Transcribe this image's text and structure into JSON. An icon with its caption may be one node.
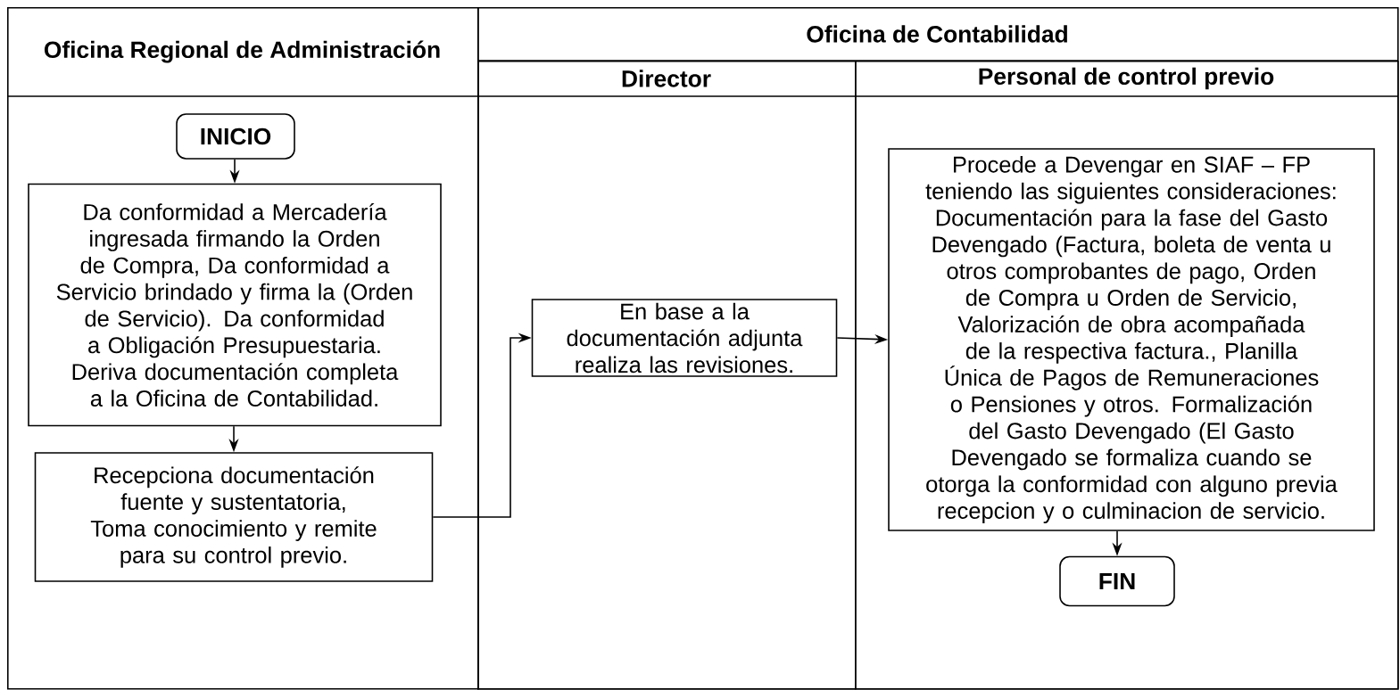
{
  "diagram": {
    "nodes": [
      {
        "text": [
          "Oficina Regional de Administración"
        ]
      },
      {
        "text": [
          "Oficina de Contabilidad"
        ]
      },
      {
        "text": [
          "Director"
        ],
        "in": 1
      },
      {
        "text": [
          "Personal de control previo"
        ],
        "in": 1
      },
      {
        "text": [
          "INICIO"
        ],
        "in": 0
      },
      {
        "text": [
          "Da conformidad a Mercadería ingresada firmando la Orden de Compra, Da conformidad a Servicio brindado y firma la (Orden de Servicio). Da conformidad a Obligación Presupuestaria. Deriva documentación completa a la Oficina de Contabilidad."
        ],
        "in": 0
      },
      {
        "text": [
          "Recepciona documentación fuente y sustentatoria, Toma conocimiento y remite para su control previo."
        ],
        "in": 0
      },
      {
        "text": [
          "En base a la documentación adjunta realiza las revisiones."
        ],
        "in": 2
      },
      {
        "text": [
          "Procede a Devengar en SIAF – FP teniendo las siguientes consideraciones: Documentación para la fase del Gasto Devengado (Factura, boleta de venta u otros comprobantes de pago, Orden de Compra u Orden de Servicio, Valorización de obra acompañada de la respectiva factura., Planilla Única de Pagos de Remuneraciones o Pensiones y otros. Formalización del Gasto Devengado (El Gasto Devengado se formaliza cuando se otorga la conformidad con alguno previa recepcion y o culminacion de servicio."
        ],
        "in": 3
      },
      {
        "text": [
          "FIN"
        ],
        "in": 3
      }
    ],
    "edges": [
      {
        "from": 4,
        "to": 5,
        "arrow": "to"
      },
      {
        "from": 5,
        "to": 6,
        "arrow": "to"
      },
      {
        "from": 6,
        "to": 7,
        "arrow": "to"
      },
      {
        "from": 7,
        "to": 8,
        "arrow": "to"
      },
      {
        "from": 8,
        "to": 9,
        "arrow": "to"
      }
    ]
  }
}
